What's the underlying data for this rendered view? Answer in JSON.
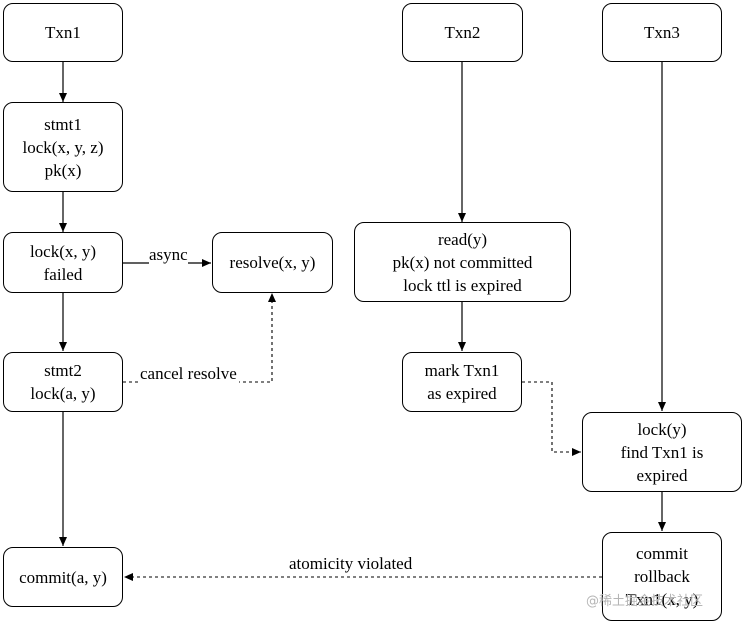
{
  "nodes": {
    "txn1": [
      "Txn1"
    ],
    "txn2": [
      "Txn2"
    ],
    "txn3": [
      "Txn3"
    ],
    "stmt1": [
      "stmt1",
      "lock(x, y, z)",
      "pk(x)"
    ],
    "lock_failed": [
      "lock(x, y)",
      "failed"
    ],
    "resolve": [
      "resolve(x, y)"
    ],
    "read": [
      "read(y)",
      "pk(x) not committed",
      "lock ttl is expired"
    ],
    "stmt2": [
      "stmt2",
      "lock(a, y)"
    ],
    "mark": [
      "mark Txn1",
      "as expired"
    ],
    "lock_y": [
      "lock(y)",
      "find Txn1 is",
      "expired"
    ],
    "commit_ay": [
      "commit(a, y)"
    ],
    "rollback": [
      "commit",
      "rollback",
      "Txn1(x, y)"
    ]
  },
  "edges": {
    "async": "async",
    "cancel_resolve": "cancel resolve",
    "atomicity_violated": "atomicity violated"
  },
  "watermark": "@稀土掘金技术社区"
}
